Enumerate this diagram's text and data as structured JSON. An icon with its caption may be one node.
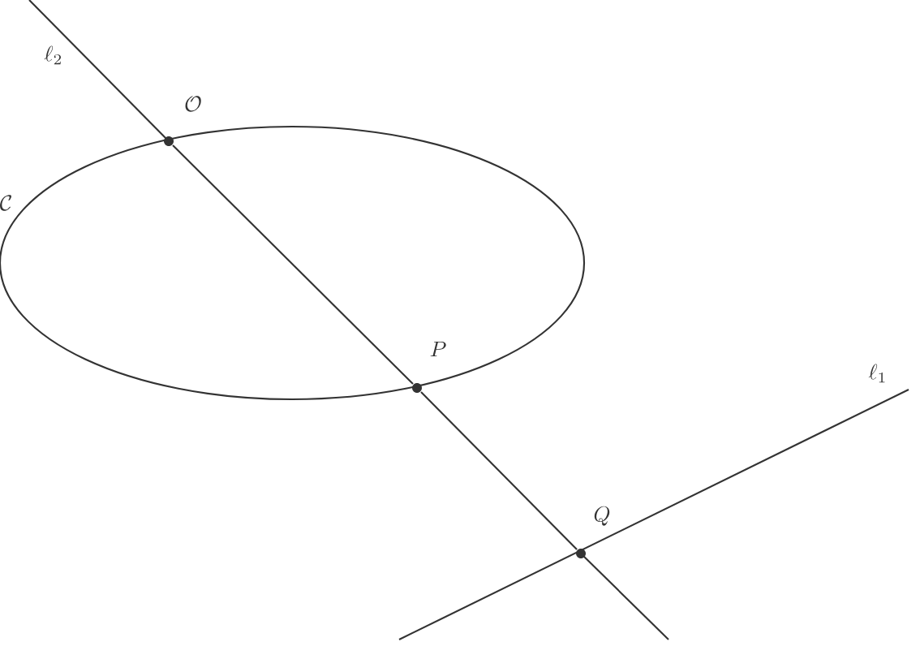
{
  "diagram": {
    "nodes": [
      {
        "text": [],
        "shape": "circle",
        "beside": [
          "\\mathcal{O}"
        ]
      },
      {
        "text": [],
        "shape": "circle",
        "beside": [
          "P"
        ]
      },
      {
        "text": [],
        "shape": "circle",
        "beside": [
          "Q"
        ]
      }
    ],
    "edges": [
      {
        "from": 0,
        "to": 1,
        "arrow": "none"
      },
      {
        "from": 1,
        "to": 2,
        "arrow": "none"
      }
    ],
    "labels": [
      "\\ell_2",
      "\\mathcal{C}",
      "\\ell_1"
    ]
  }
}
